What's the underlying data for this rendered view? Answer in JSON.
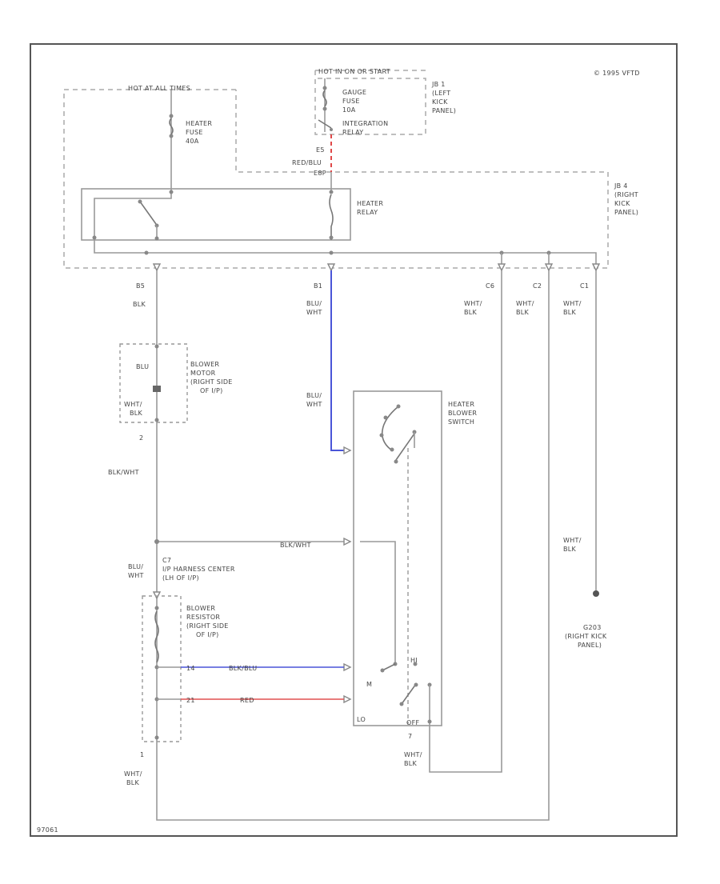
{
  "copyright": "© 1995 VFTD",
  "diagram_id": "97061",
  "labels": {
    "hot_at_all_times": "HOT AT ALL TIMES",
    "hot_in_on_or_start": "HOT IN ON OR START",
    "heater_fuse": [
      "HEATER",
      "FUSE",
      "40A"
    ],
    "jb1": [
      "JB 1",
      "(LEFT",
      "KICK",
      "PANEL)"
    ],
    "gauge_fuse": [
      "GAUGE",
      "FUSE",
      "10A"
    ],
    "integration_relay": [
      "INTEGRATION",
      "RELAY"
    ],
    "e5": "E5",
    "red_blu": "RED/BLU",
    "e8p": "E8P",
    "jb4": [
      "JB 4",
      "(RIGHT",
      "KICK",
      "PANEL)"
    ],
    "heater_relay": [
      "HEATER",
      "RELAY"
    ],
    "pin_b5": "B5",
    "pin_b1": "B1",
    "pin_c6": "C6",
    "pin_c2": "C2",
    "pin_c1": "C1",
    "blk": "BLK",
    "blu_wht": [
      "BLU/",
      "WHT"
    ],
    "wht_blk": [
      "WHT/",
      "BLK"
    ],
    "blower_motor": [
      "BLOWER",
      "MOTOR",
      "(RIGHT SIDE",
      "OF I/P)"
    ],
    "motor_blu": "BLU",
    "motor_wht_blk": [
      "WHT/",
      "BLK"
    ],
    "pin_2": "2",
    "blk_wht": "BLK/WHT",
    "heater_blower_switch": [
      "HEATER",
      "BLOWER",
      "SWITCH"
    ],
    "blk_wht_2": "BLK/WHT",
    "blu_wht_2": [
      "BLU/",
      "WHT"
    ],
    "c7": "C7",
    "ip_harness_center": [
      "I/P HARNESS CENTER",
      "(LH OF I/P)"
    ],
    "blower_resistor": [
      "BLOWER",
      "RESISTOR",
      "(RIGHT SIDE",
      "OF I/P)"
    ],
    "pin_14": "14",
    "pin_21": "21",
    "blk_blu": "BLK/BLU",
    "red": "RED",
    "hi": "HI",
    "m": "M",
    "lo": "LO",
    "off": "OFF",
    "pin_1": "1",
    "pin_7": "7",
    "wht_blk_3": [
      "WHT/",
      "BLK"
    ],
    "wht_blk_4": [
      "WHT/",
      "BLK"
    ],
    "wht_blk_5": [
      "WHT/",
      "BLK"
    ],
    "g203": [
      "G203",
      "(RIGHT KICK",
      "PANEL)"
    ]
  },
  "colors": {
    "blue_wire": "#4a55d8",
    "red_wire": "#e05050",
    "red_dash": "#e04848",
    "frame": "#555555"
  }
}
